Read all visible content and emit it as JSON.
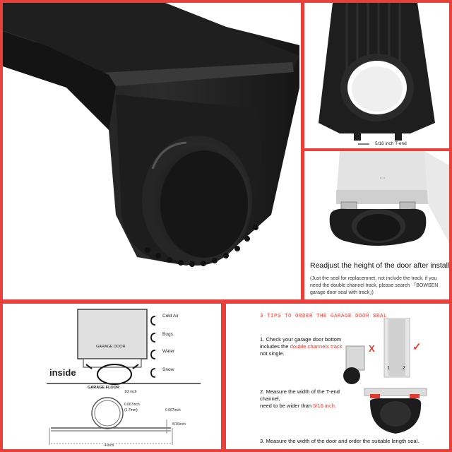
{
  "top_right": {
    "tend_label": "5/16 inch T-end"
  },
  "middle_right": {
    "heading": "Readjust the height of the door after installation",
    "note": "(Just the seal for replacemnet, not include the track,  if you need the double channel track, please search 「BOWSEN  garage door seal with track」)"
  },
  "diagram": {
    "cold_air": "Cold Air",
    "bugs": "Bugs",
    "water": "Water",
    "snow": "Snow",
    "garage_door": "GARAGE DOOR",
    "inside": "inside",
    "garage_floor": "GARAGE FLOOR",
    "half_inch": "1/2 inch",
    "thickness_in": "0.067inch",
    "thickness_mm": "(1.7mm)",
    "thickness_right": "0.067inch",
    "tend": "5/16inch",
    "width": "4 inch"
  },
  "tips": {
    "title": "3 TIPS TO ORDER THE GARAGE DOOR SEAL",
    "tip1_prefix": "1. Check your garage door bottom",
    "tip1_mid": "includes the ",
    "tip1_red": "double channels track",
    "tip1_suffix": "not single.",
    "tip2_line1": "2. Measure the width of the  T-end channel,",
    "tip2_line2_prefix": "need to be wider than ",
    "tip2_red": "5/16 inch.",
    "tip3": "3. Measure the width of the door and order the suitable length seal.",
    "fig1": "1",
    "fig2": "2",
    "x_mark": "X",
    "check_mark": "✓"
  }
}
